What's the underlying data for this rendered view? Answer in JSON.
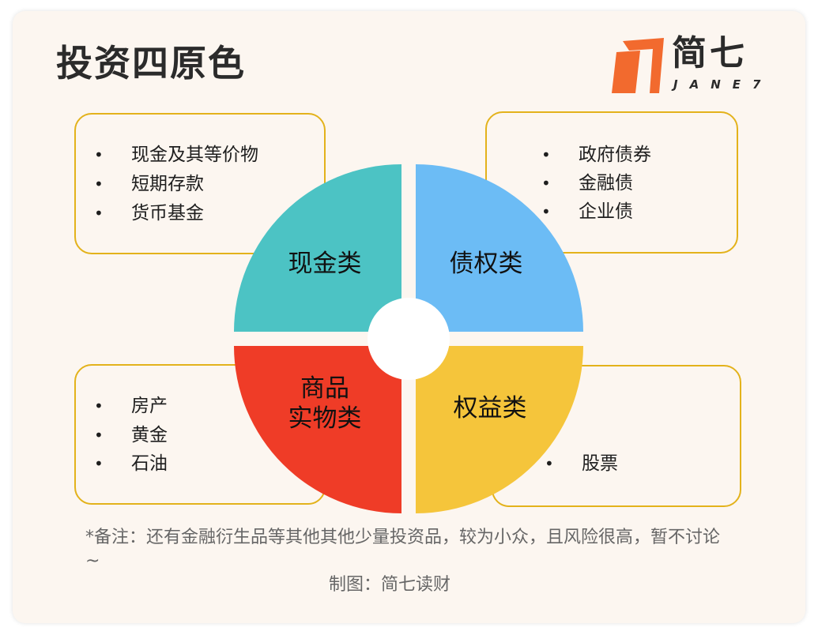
{
  "title": "投资四原色",
  "logo": {
    "name_cn": "简七",
    "name_en": "JANE7",
    "colors": {
      "orange": "#f26a2e",
      "dark": "#2b2b2b"
    }
  },
  "quadrants": [
    {
      "id": "cash",
      "label": "现金类",
      "color": "#4cc3c4",
      "items": [
        "现金及其等价物",
        "短期存款",
        "货币基金"
      ]
    },
    {
      "id": "debt",
      "label": "债权类",
      "color": "#6cbcf5",
      "items": [
        "政府债券",
        "金融债",
        "企业债"
      ]
    },
    {
      "id": "commodity",
      "label_line1": "商品",
      "label_line2": "实物类",
      "color": "#ef3c27",
      "items": [
        "房产",
        "黄金",
        "石油"
      ]
    },
    {
      "id": "equity",
      "label": "权益类",
      "color": "#f5c53b",
      "items": [
        "股票"
      ]
    }
  ],
  "bullet": "•",
  "box_border_color": "#e3b21b",
  "note": "*备注：还有金融衍生品等其他其他少量投资品，较为小众，且风险很高，暂不讨论~",
  "credit": "制图：简七读财"
}
